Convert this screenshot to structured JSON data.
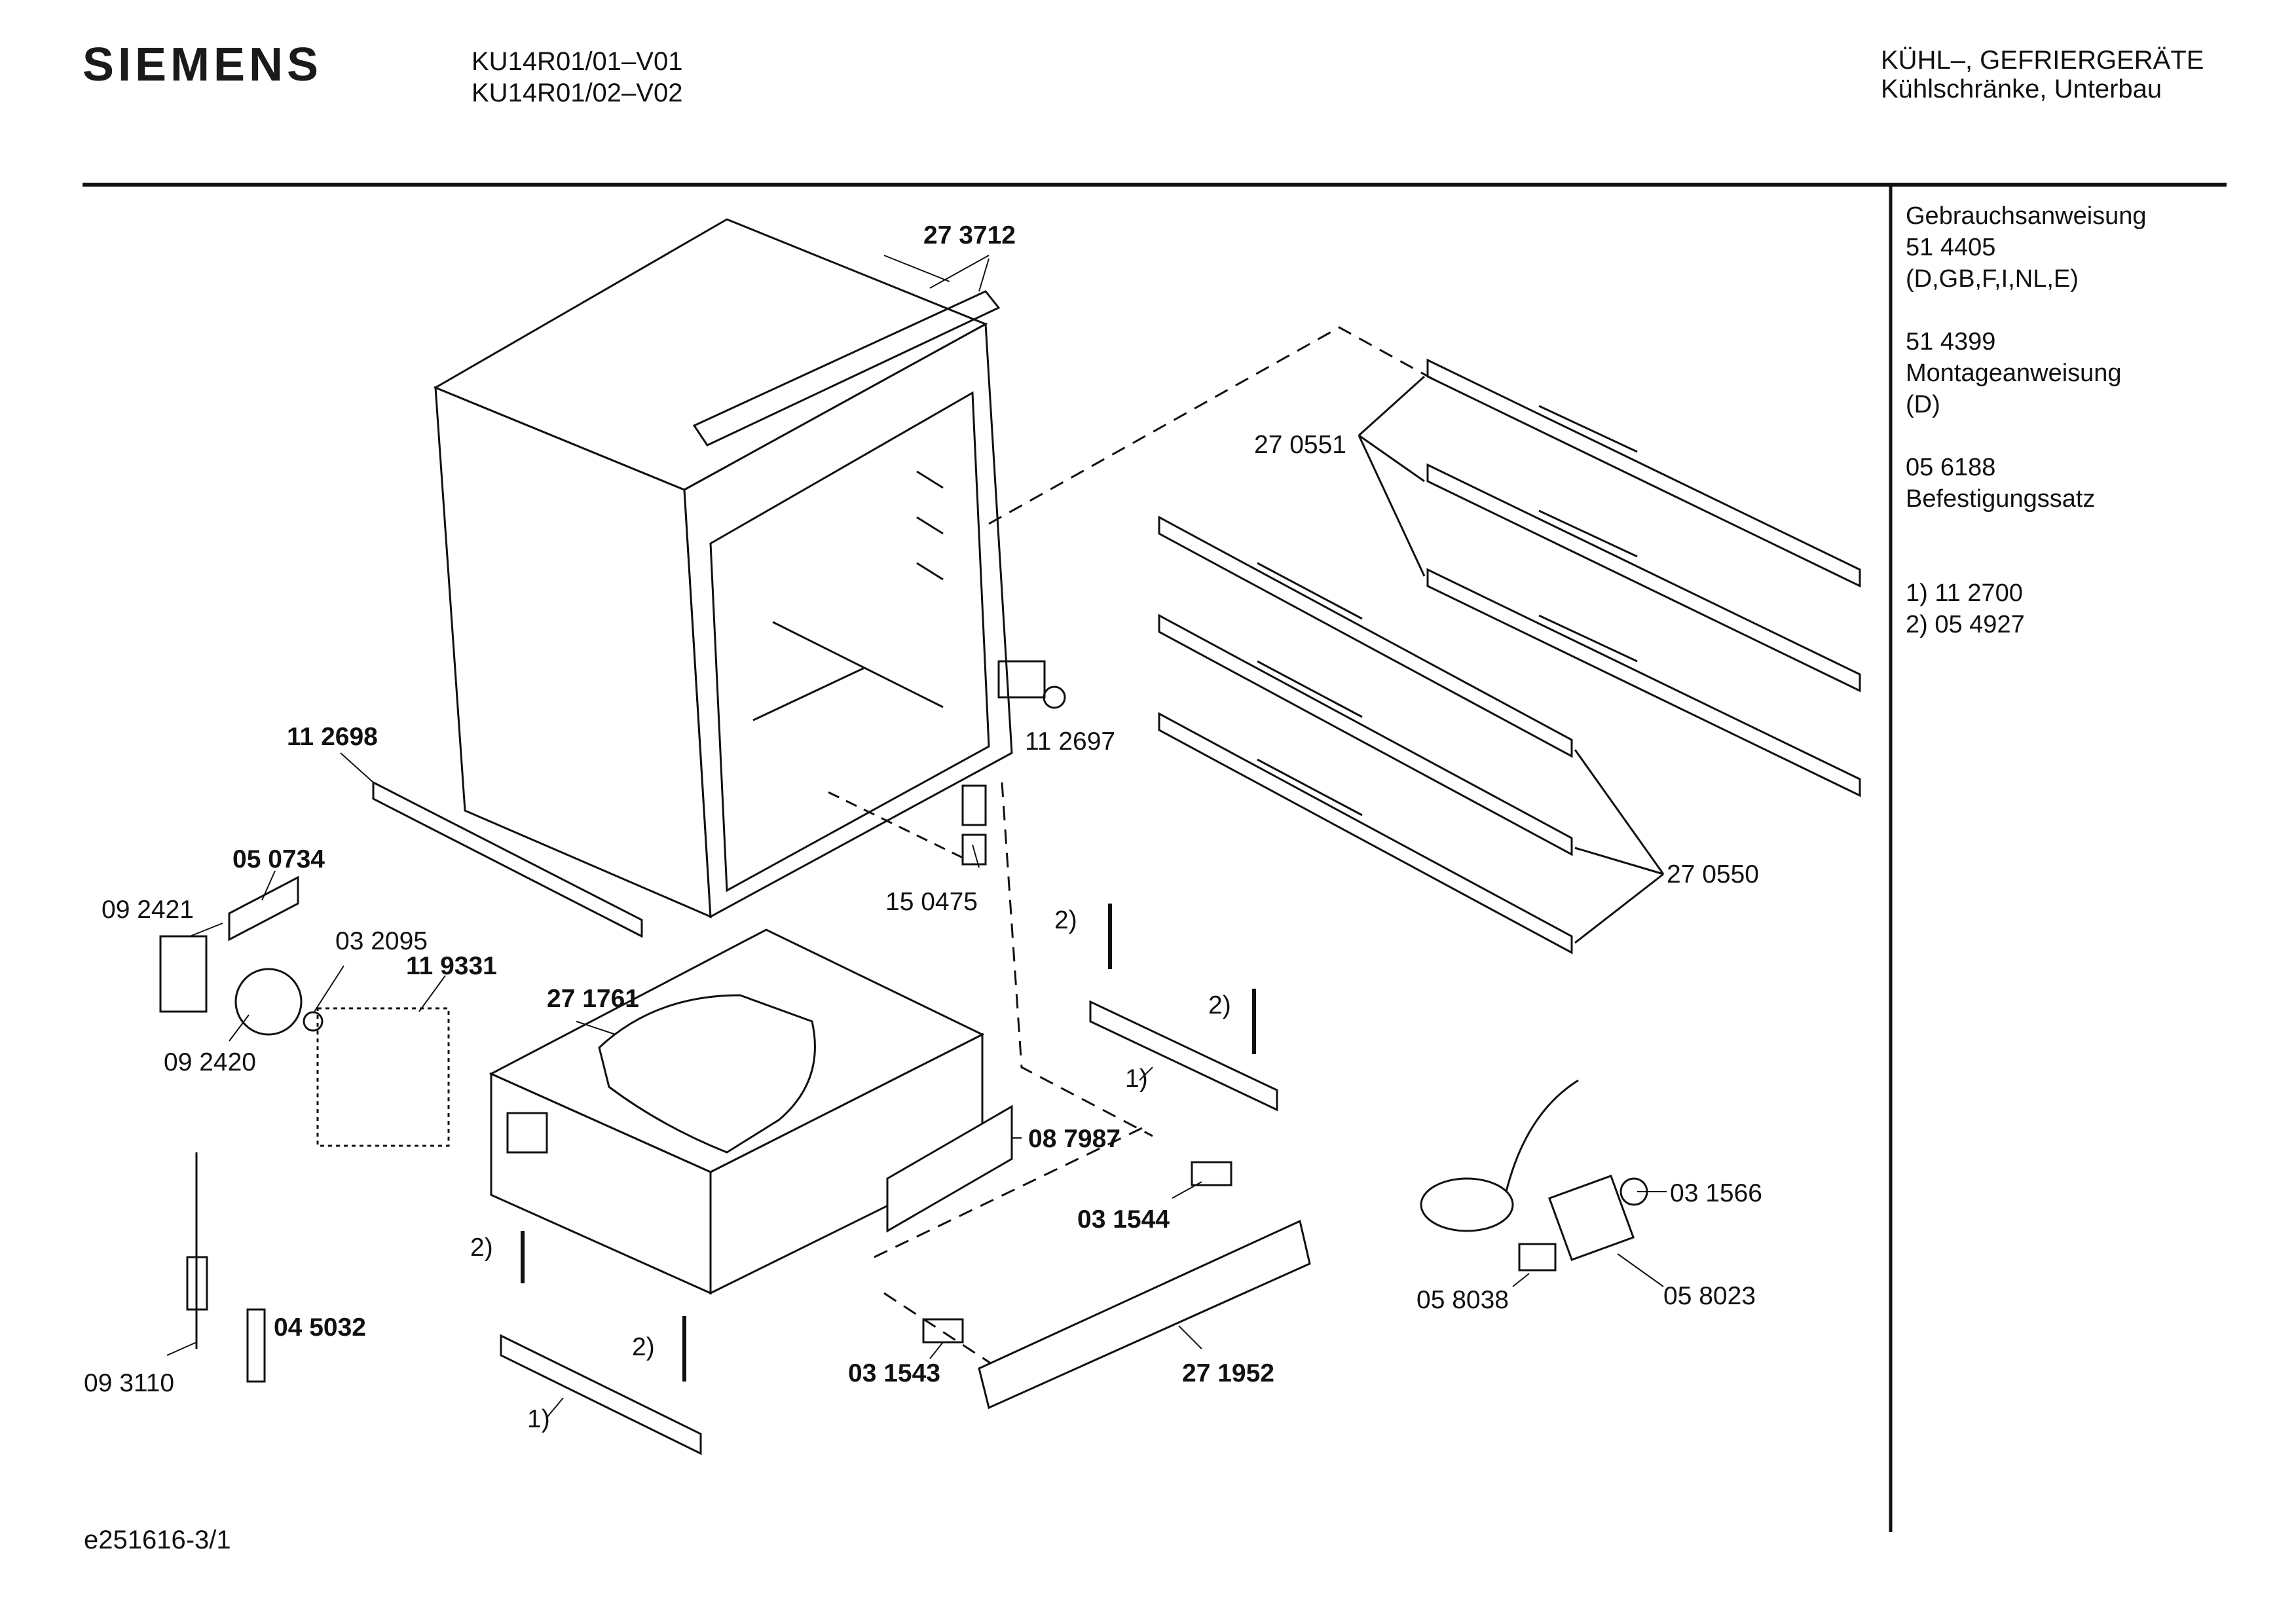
{
  "header": {
    "brand": "SIEMENS",
    "model_lines": [
      "KU14R01/01–V01",
      "KU14R01/02–V02"
    ],
    "category": "KÜHL–, GEFRIERGERÄTE",
    "subcategory": "Kühlschränke, Unterbau"
  },
  "sidebar": {
    "manual_title": "Gebrauchsanweisung",
    "manual_number": "51 4405",
    "manual_languages": "(D,GB,F,I,NL,E)",
    "install_number": "51 4399",
    "install_title": "Montageanweisung",
    "install_languages": "(D)",
    "kit_number": "05 6188",
    "kit_title": "Befestigungssatz",
    "footnote_1": "1)  11 2700",
    "footnote_2": "2)  05 4927"
  },
  "parts": {
    "p273712": "27 3712",
    "p270551": "27 0551",
    "p112698": "11 2698",
    "p112697": "11 2697",
    "p050734": "05 0734",
    "p092421": "09 2421",
    "p032095": "03 2095",
    "p119331": "11 9331",
    "p092420": "09 2420",
    "p271761": "27 1761",
    "p150475": "15 0475",
    "p270550": "27 0550",
    "p087987": "08 7987",
    "p031544": "03 1544",
    "p031566": "03 1566",
    "p058038": "05 8038",
    "p058023": "05 8023",
    "p045032": "04 5032",
    "p093110": "09 3110",
    "p031543": "03 1543",
    "p271952": "27 1952",
    "note2": "2)",
    "note1": "1)"
  },
  "footer": {
    "doc_id": "e251616-3/1"
  }
}
